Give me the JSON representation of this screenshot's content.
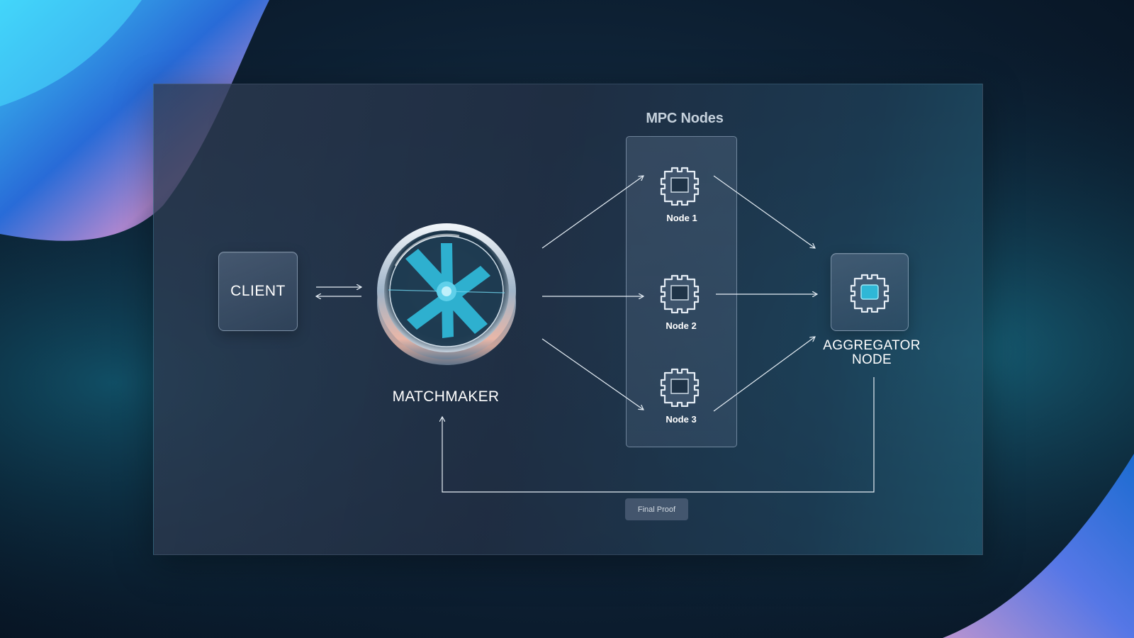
{
  "diagram": {
    "mpc_title": "MPC Nodes",
    "client_label": "CLIENT",
    "matchmaker_label": "MATCHMAKER",
    "nodes": [
      "Node 1",
      "Node 2",
      "Node 3"
    ],
    "aggregator_label_line1": "AGGREGATOR",
    "aggregator_label_line2": "NODE",
    "final_proof_label": "Final Proof"
  },
  "icons": {
    "node_icon": "chip-puzzle-icon",
    "matchmaker_icon": "glass-disc-fan-icon",
    "aggregator_icon": "chip-puzzle-icon"
  },
  "colors": {
    "accent": "#2fb7d6",
    "arrow": "#e6eef5",
    "background": "#0d2033"
  }
}
